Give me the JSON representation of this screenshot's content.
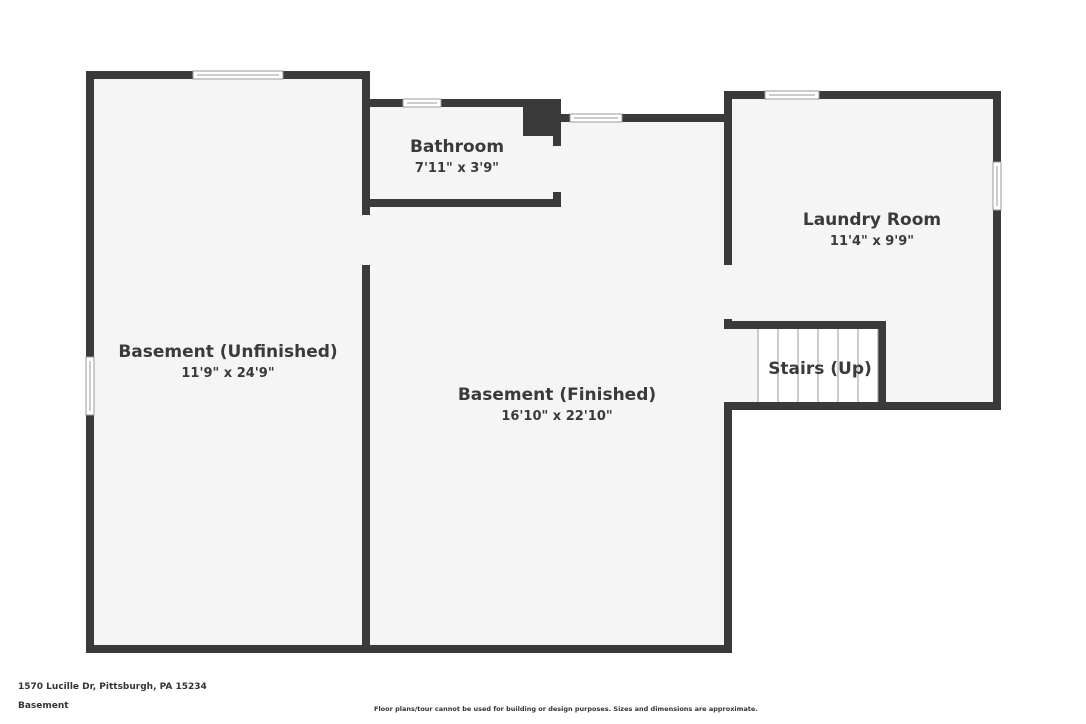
{
  "floor_plan": {
    "rooms": [
      {
        "id": "basement-unfinished",
        "name": "Basement (Unfinished)",
        "dimensions": "11'9\" x 24'9\""
      },
      {
        "id": "basement-finished",
        "name": "Basement (Finished)",
        "dimensions": "16'10\" x 22'10\""
      },
      {
        "id": "bathroom",
        "name": "Bathroom",
        "dimensions": "7'11\" x 3'9\""
      },
      {
        "id": "laundry-room",
        "name": "Laundry Room",
        "dimensions": "11'4\" x 9'9\""
      },
      {
        "id": "stairs",
        "name": "Stairs (Up)",
        "dimensions": ""
      }
    ]
  },
  "footer": {
    "address": "1570 Lucille Dr, Pittsburgh, PA 15234",
    "floor_label": "Basement",
    "disclaimer": "Floor plans/tour cannot be used for building or design purposes. Sizes and dimensions are approximate."
  },
  "colors": {
    "wall": "#3a3a3a",
    "floor": "#f5f5f5",
    "background": "#ffffff"
  }
}
